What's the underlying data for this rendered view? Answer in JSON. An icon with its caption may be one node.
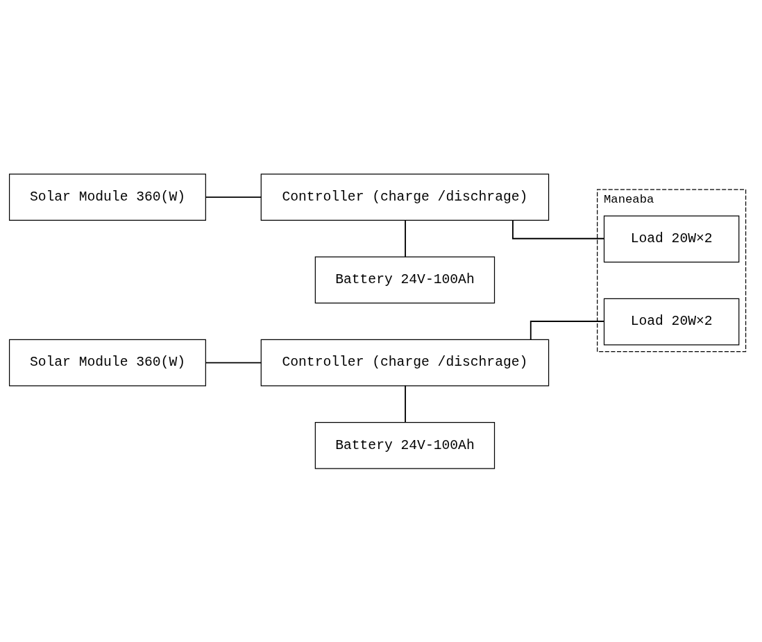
{
  "diagram": {
    "nodes": [
      {
        "text": [
          "Solar Module 360(W)"
        ]
      },
      {
        "text": [
          "Controller (charge /dischrage)"
        ]
      },
      {
        "text": [
          "Battery 24V-100Ah"
        ]
      },
      {
        "text": [
          "Maneaba"
        ]
      },
      {
        "text": [
          "Load 20W×2"
        ],
        "in": 3
      },
      {
        "text": [
          "Load 20W×2"
        ],
        "in": 3
      },
      {
        "text": [
          "Solar Module 360(W)"
        ]
      },
      {
        "text": [
          "Controller (charge /dischrage)"
        ]
      },
      {
        "text": [
          "Battery 24V-100Ah"
        ]
      }
    ],
    "edges": [
      {
        "from": 0,
        "to": 1,
        "arrow": "none"
      },
      {
        "from": 1,
        "to": 2,
        "arrow": "none"
      },
      {
        "from": 1,
        "to": 4,
        "arrow": "none"
      },
      {
        "from": 6,
        "to": 7,
        "arrow": "none"
      },
      {
        "from": 7,
        "to": 8,
        "arrow": "none"
      },
      {
        "from": 7,
        "to": 5,
        "arrow": "none"
      }
    ]
  }
}
